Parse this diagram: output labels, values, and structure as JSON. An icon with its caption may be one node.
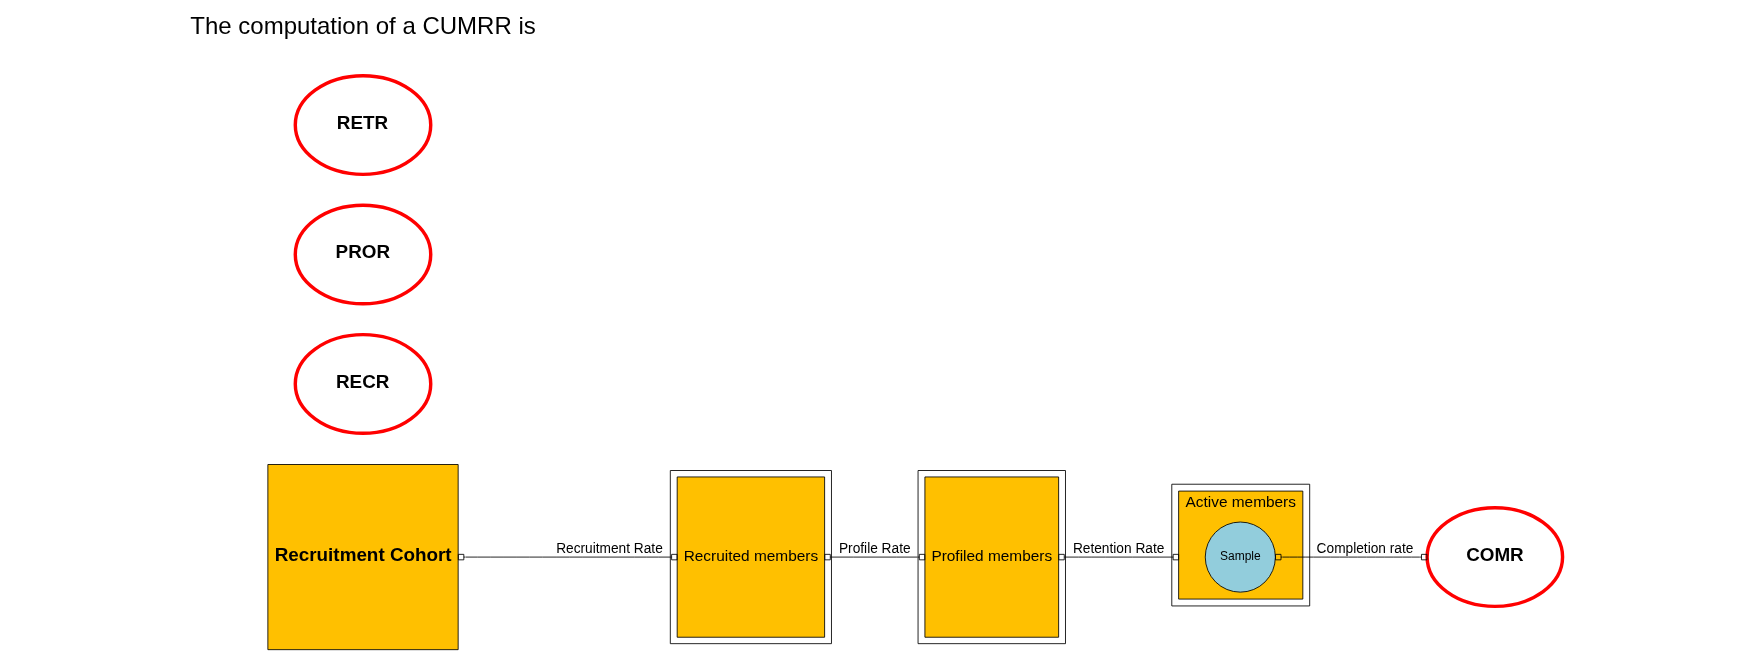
{
  "diagram": {
    "nodes": [
      {
        "text": [
          "Recruitment Cohort"
        ]
      },
      {
        "text": [
          "RECR"
        ]
      },
      {
        "text": [],
        "shape": "box"
      },
      {
        "text": [
          "Recruited members"
        ],
        "in": 2
      },
      {
        "text": [
          "PROR"
        ]
      },
      {
        "text": [],
        "shape": "box"
      },
      {
        "text": [
          "Profiled members"
        ],
        "in": 5
      },
      {
        "text": [
          "RETR"
        ]
      },
      {
        "text": [],
        "shape": "box"
      },
      {
        "text": [
          "Active members"
        ],
        "in": 8
      },
      {
        "text": [
          "Sample"
        ],
        "in": 9
      },
      {
        "text": [
          "COMR"
        ]
      }
    ],
    "edges": [
      {
        "from": 0,
        "to": 3,
        "arrow": "other",
        "label": "Recruitment Rate"
      },
      {
        "from": 3,
        "to": 6,
        "arrow": "other",
        "label": "Profile Rate"
      },
      {
        "from": 6,
        "to": 9,
        "arrow": "other",
        "label": "Retention Rate"
      },
      {
        "from": 10,
        "to": 11,
        "arrow": "other",
        "label": "Completion rate"
      }
    ],
    "labels": [
      "The computation of a CUMRR is"
    ]
  }
}
